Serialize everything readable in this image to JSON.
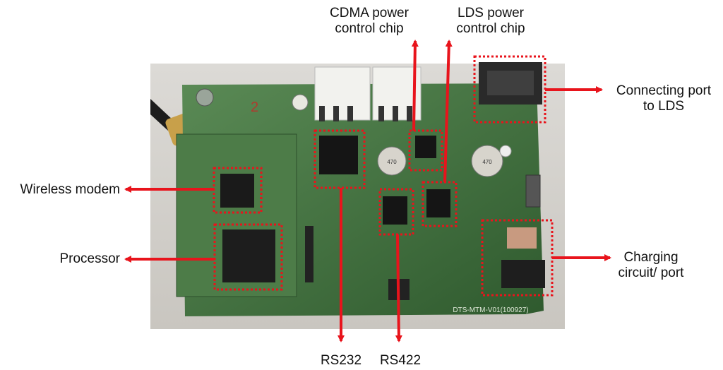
{
  "labels": {
    "cdma_line1": "CDMA power",
    "cdma_line2": "control chip",
    "lds_line1": "LDS power",
    "lds_line2": "control chip",
    "connecting_line1": "Connecting port",
    "connecting_line2": "to LDS",
    "wireless_modem": "Wireless modem",
    "processor": "Processor",
    "charging_line1": "Charging",
    "charging_line2": "circuit/ port",
    "rs232": "RS232",
    "rs422": "RS422"
  },
  "board": {
    "silkscreen_model": "DTS-MTM-V01(100927)",
    "capacitor_marking": "470",
    "board_number": "2"
  },
  "colors": {
    "arrow": "#e8141c",
    "highlight_box": "#e8141c",
    "pcb_green": "#3d6e3a",
    "photo_background": "#d9d7d2"
  }
}
